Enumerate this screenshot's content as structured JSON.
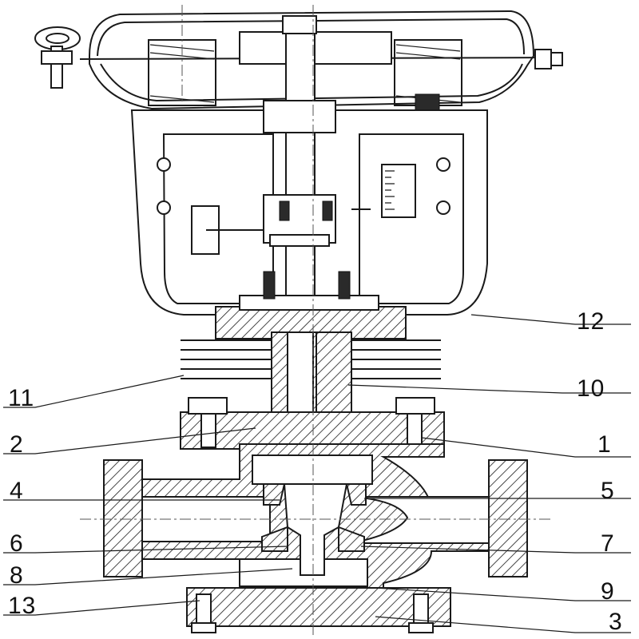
{
  "callouts": [
    {
      "id": "12",
      "text": "12"
    },
    {
      "id": "11",
      "text": "11"
    },
    {
      "id": "10",
      "text": "10"
    },
    {
      "id": "2",
      "text": "2"
    },
    {
      "id": "1",
      "text": "1"
    },
    {
      "id": "4",
      "text": "4"
    },
    {
      "id": "5",
      "text": "5"
    },
    {
      "id": "6",
      "text": "6"
    },
    {
      "id": "7",
      "text": "7"
    },
    {
      "id": "8",
      "text": "8"
    },
    {
      "id": "9",
      "text": "9"
    },
    {
      "id": "13",
      "text": "13"
    },
    {
      "id": "3",
      "text": "3"
    }
  ],
  "colors": {
    "ink": "#1a1a1a",
    "paper": "#ffffff"
  }
}
